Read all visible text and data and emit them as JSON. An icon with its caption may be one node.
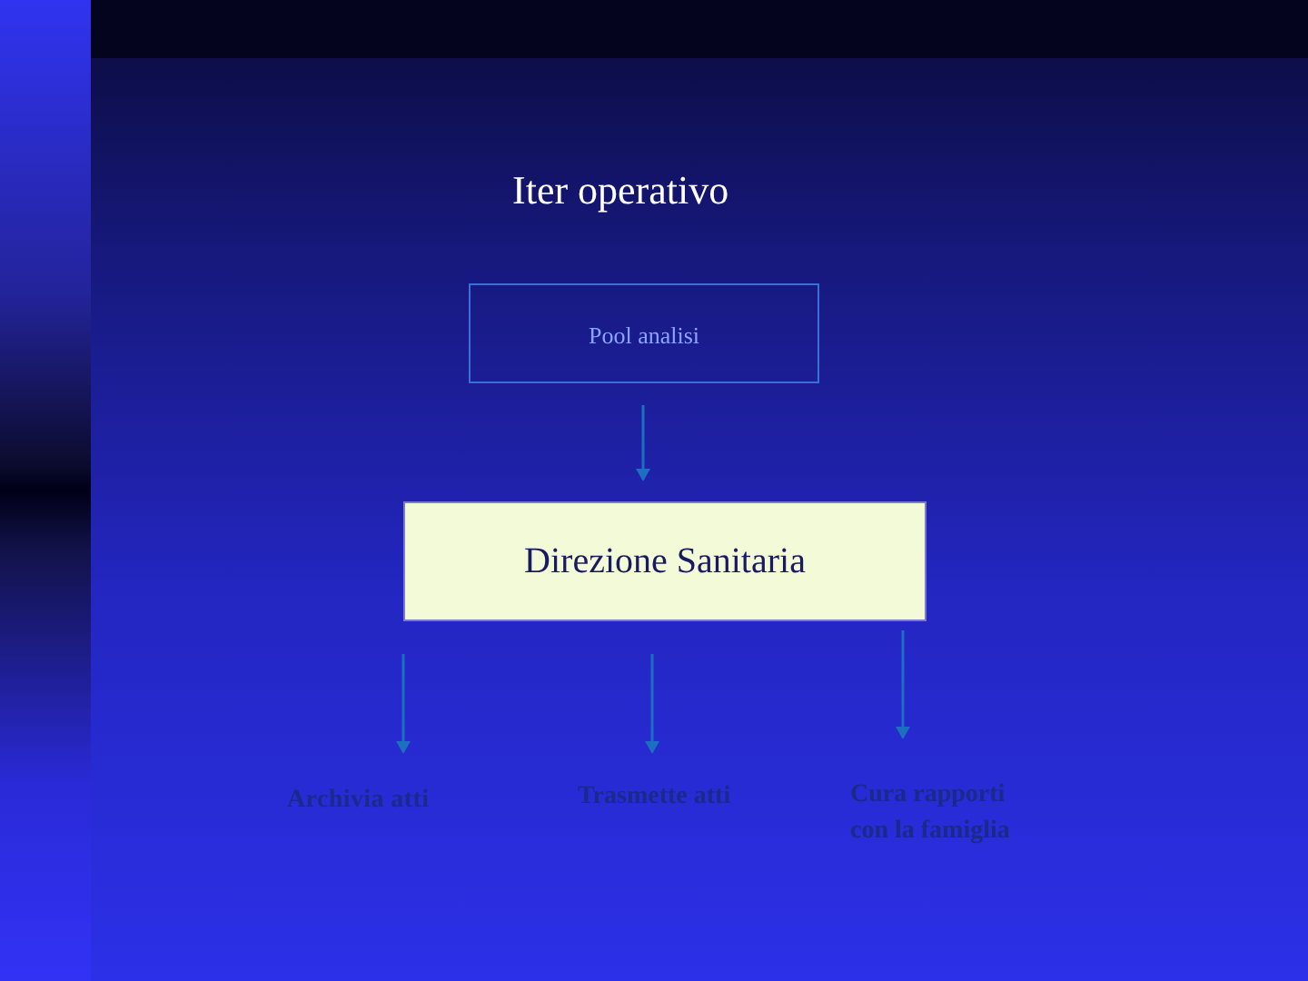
{
  "diagram": {
    "title": "Iter operativo",
    "nodes": [
      {
        "text": [
          "Pool analisi"
        ]
      },
      {
        "text": [
          "Direzione Sanitaria"
        ]
      },
      {
        "text": [
          "Archivia atti"
        ]
      },
      {
        "text": [
          "Trasmette atti"
        ]
      },
      {
        "text": [
          "Cura rapporti con la famiglia"
        ]
      }
    ],
    "edges": [
      {
        "from": 0,
        "to": 1,
        "arrow": "to"
      },
      {
        "from": 1,
        "to": 2,
        "arrow": "to"
      },
      {
        "from": 1,
        "to": 3,
        "arrow": "to"
      },
      {
        "from": 1,
        "to": 4,
        "arrow": "to"
      }
    ]
  }
}
